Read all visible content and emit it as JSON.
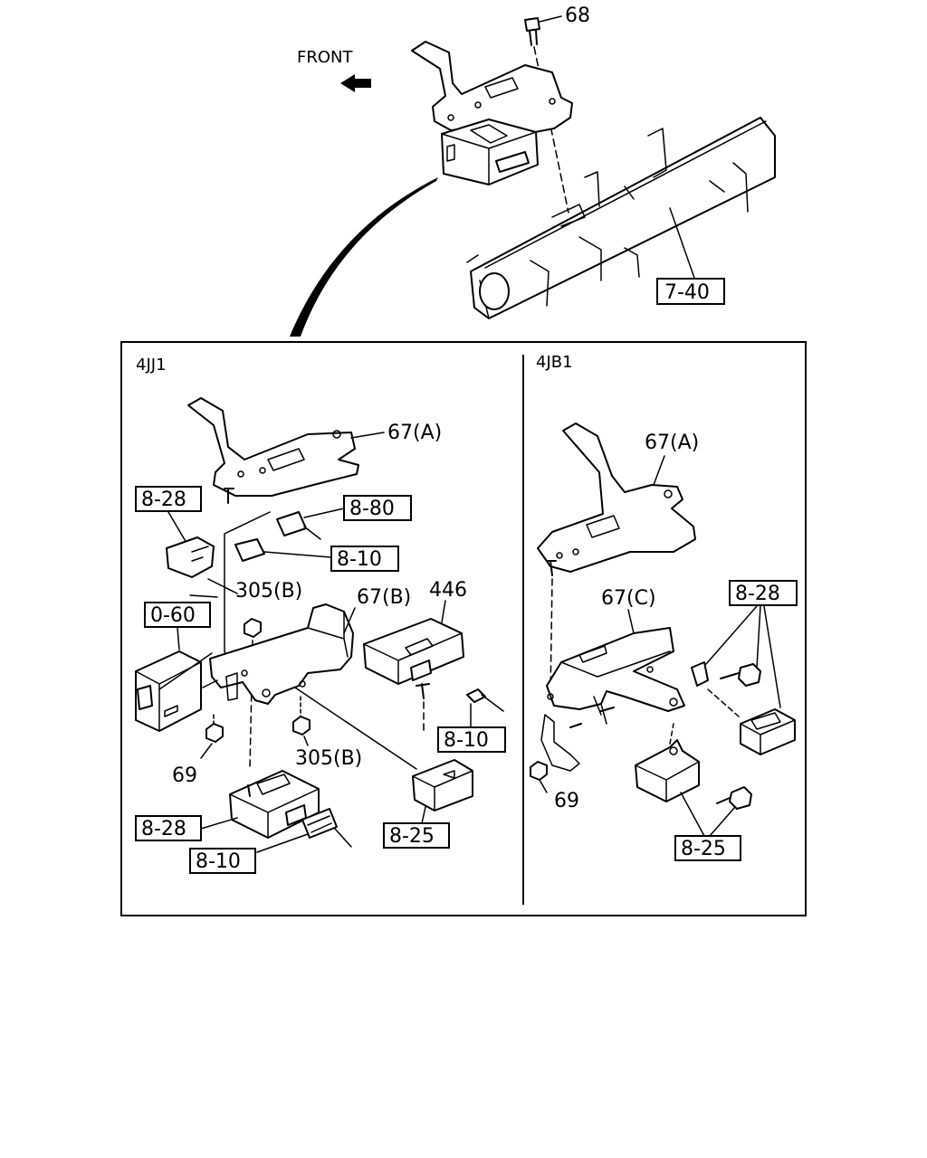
{
  "orientation": {
    "front_label": "FRONT"
  },
  "top_labels": {
    "bolt": "68",
    "crossmember": "7-40"
  },
  "panel_4jj1": {
    "title": "4JJ1",
    "labels": {
      "bracket_a": "67(A)",
      "conn_8_28_top": "8-28",
      "conn_8_80": "8-80",
      "conn_8_10_mid": "8-10",
      "nut_305b_top": "305(B)",
      "bracket_b": "67(B)",
      "module_446": "446",
      "module_0_60": "0-60",
      "nut_69": "69",
      "nut_305b_bottom": "305(B)",
      "conn_8_10_right": "8-10",
      "unit_8_28_bottom": "8-28",
      "unit_8_25": "8-25",
      "conn_8_10_bottom": "8-10"
    }
  },
  "panel_4jb1": {
    "title": "4JB1",
    "labels": {
      "bracket_a": "67(A)",
      "bracket_c": "67(C)",
      "conn_8_28": "8-28",
      "nut_69": "69",
      "unit_8_25": "8-25"
    }
  }
}
